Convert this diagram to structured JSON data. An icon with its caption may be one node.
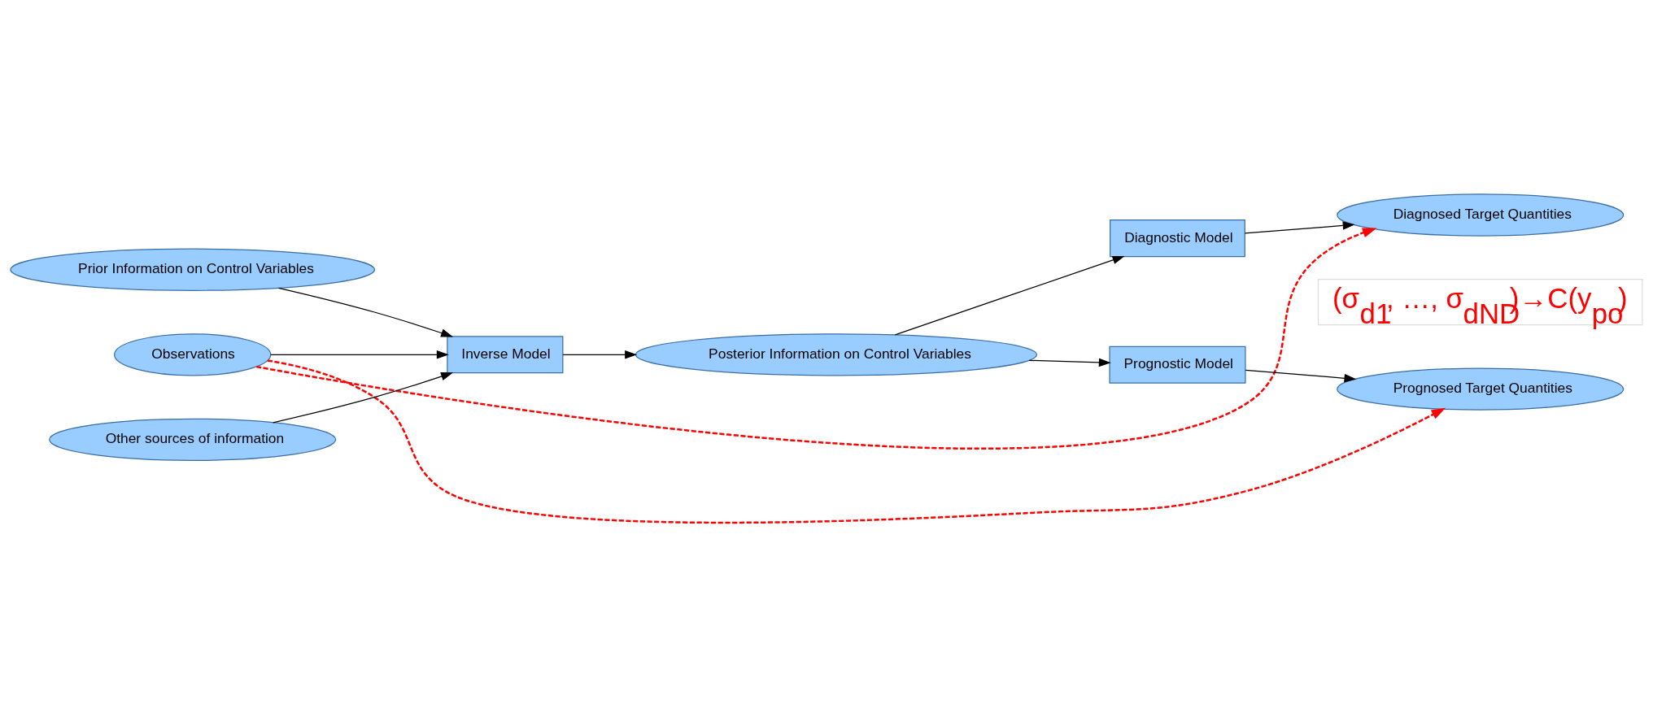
{
  "diagram": {
    "nodes": [
      {
        "text": [
          "Prior Information on Control Variables"
        ]
      },
      {
        "text": [
          "Observations"
        ]
      },
      {
        "text": [
          "Other sources of information"
        ]
      },
      {
        "text": [
          "Inverse Model"
        ]
      },
      {
        "text": [
          "Posterior Information on Control Variables"
        ]
      },
      {
        "text": [
          "Diagnostic Model"
        ]
      },
      {
        "text": [
          "Diagnosed Target Quantities"
        ]
      },
      {
        "text": [
          "Prognostic Model"
        ]
      },
      {
        "text": [
          "Prognosed Target Quantities"
        ]
      },
      {
        "text": [
          "(σ$_{d1}$, …, σ$_{dND}$)→C(y$_{po}$)"
        ]
      }
    ],
    "edges": [
      {
        "from": 0,
        "to": 3,
        "arrow": "to"
      },
      {
        "from": 1,
        "to": 3,
        "arrow": "to"
      },
      {
        "from": 2,
        "to": 3,
        "arrow": "to"
      },
      {
        "from": 3,
        "to": 4,
        "arrow": "to"
      },
      {
        "from": 4,
        "to": 5,
        "arrow": "to"
      },
      {
        "from": 4,
        "to": 7,
        "arrow": "to"
      },
      {
        "from": 5,
        "to": 6,
        "arrow": "to"
      },
      {
        "from": 7,
        "to": 8,
        "arrow": "to"
      },
      {
        "from": 1,
        "to": 6,
        "arrow": "to",
        "style": "dashed",
        "color": "#ff0000"
      },
      {
        "from": 1,
        "to": 8,
        "arrow": "to",
        "style": "dashed",
        "color": "#ff0000"
      }
    ]
  }
}
